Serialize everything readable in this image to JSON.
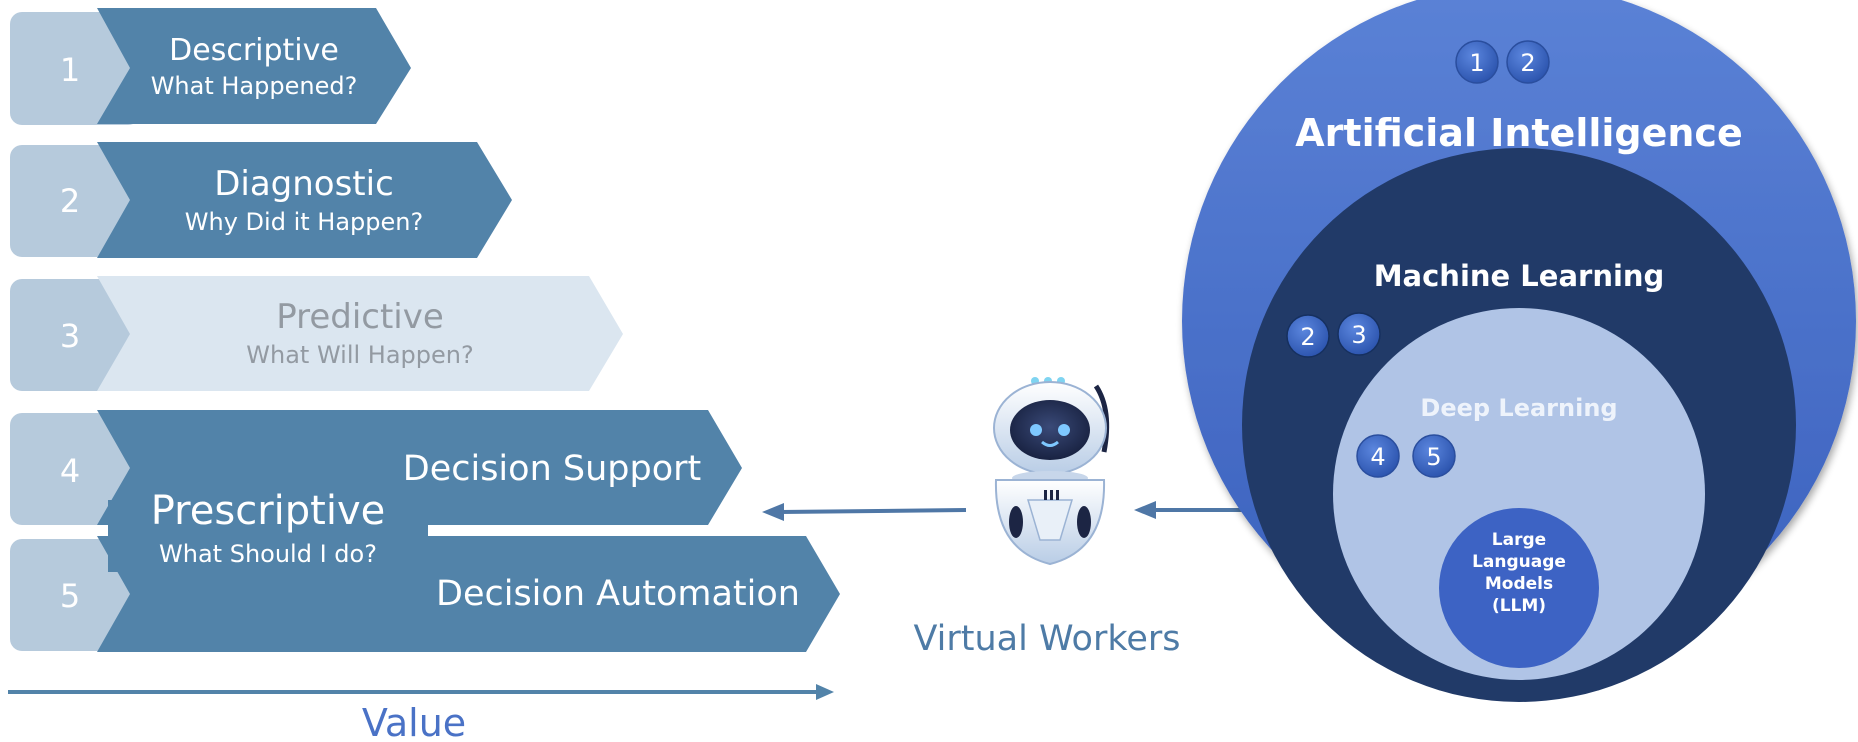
{
  "analytics": {
    "stages": [
      {
        "number": "1",
        "title": "Descriptive",
        "subtitle": "What Happened?"
      },
      {
        "number": "2",
        "title": "Diagnostic",
        "subtitle": "Why Did it Happen?"
      },
      {
        "number": "3",
        "title": "Predictive",
        "subtitle": "What Will Happen?"
      },
      {
        "number": "4",
        "label": "Decision Support"
      },
      {
        "number": "5",
        "label": "Decision Automation"
      }
    ],
    "prescriptive": {
      "title": "Prescriptive",
      "subtitle": "What Should I do?"
    },
    "axis_label": "Value"
  },
  "virtual_workers": {
    "label": "Virtual Workers"
  },
  "ai_circles": {
    "artificial_intelligence": {
      "label": "Artificial Intelligence",
      "badges": [
        "1",
        "2"
      ]
    },
    "machine_learning": {
      "label": "Machine Learning",
      "badges": [
        "2",
        "3"
      ]
    },
    "deep_learning": {
      "label": "Deep Learning",
      "badges": [
        "4",
        "5"
      ]
    },
    "llm": {
      "line1": "Large",
      "line2": "Language",
      "line3": "Models",
      "line4": "(LLM)"
    }
  },
  "colors": {
    "stage_dark": "#5283a9",
    "stage_light": "#dbe6f0",
    "number_tab": "#b6cadc",
    "ai_blue": "#4a70c8",
    "ml_navy": "#213a68",
    "dl_light": "#b0c4e6",
    "llm_blue": "#3d63c4",
    "badge": "#2e5bb9"
  }
}
